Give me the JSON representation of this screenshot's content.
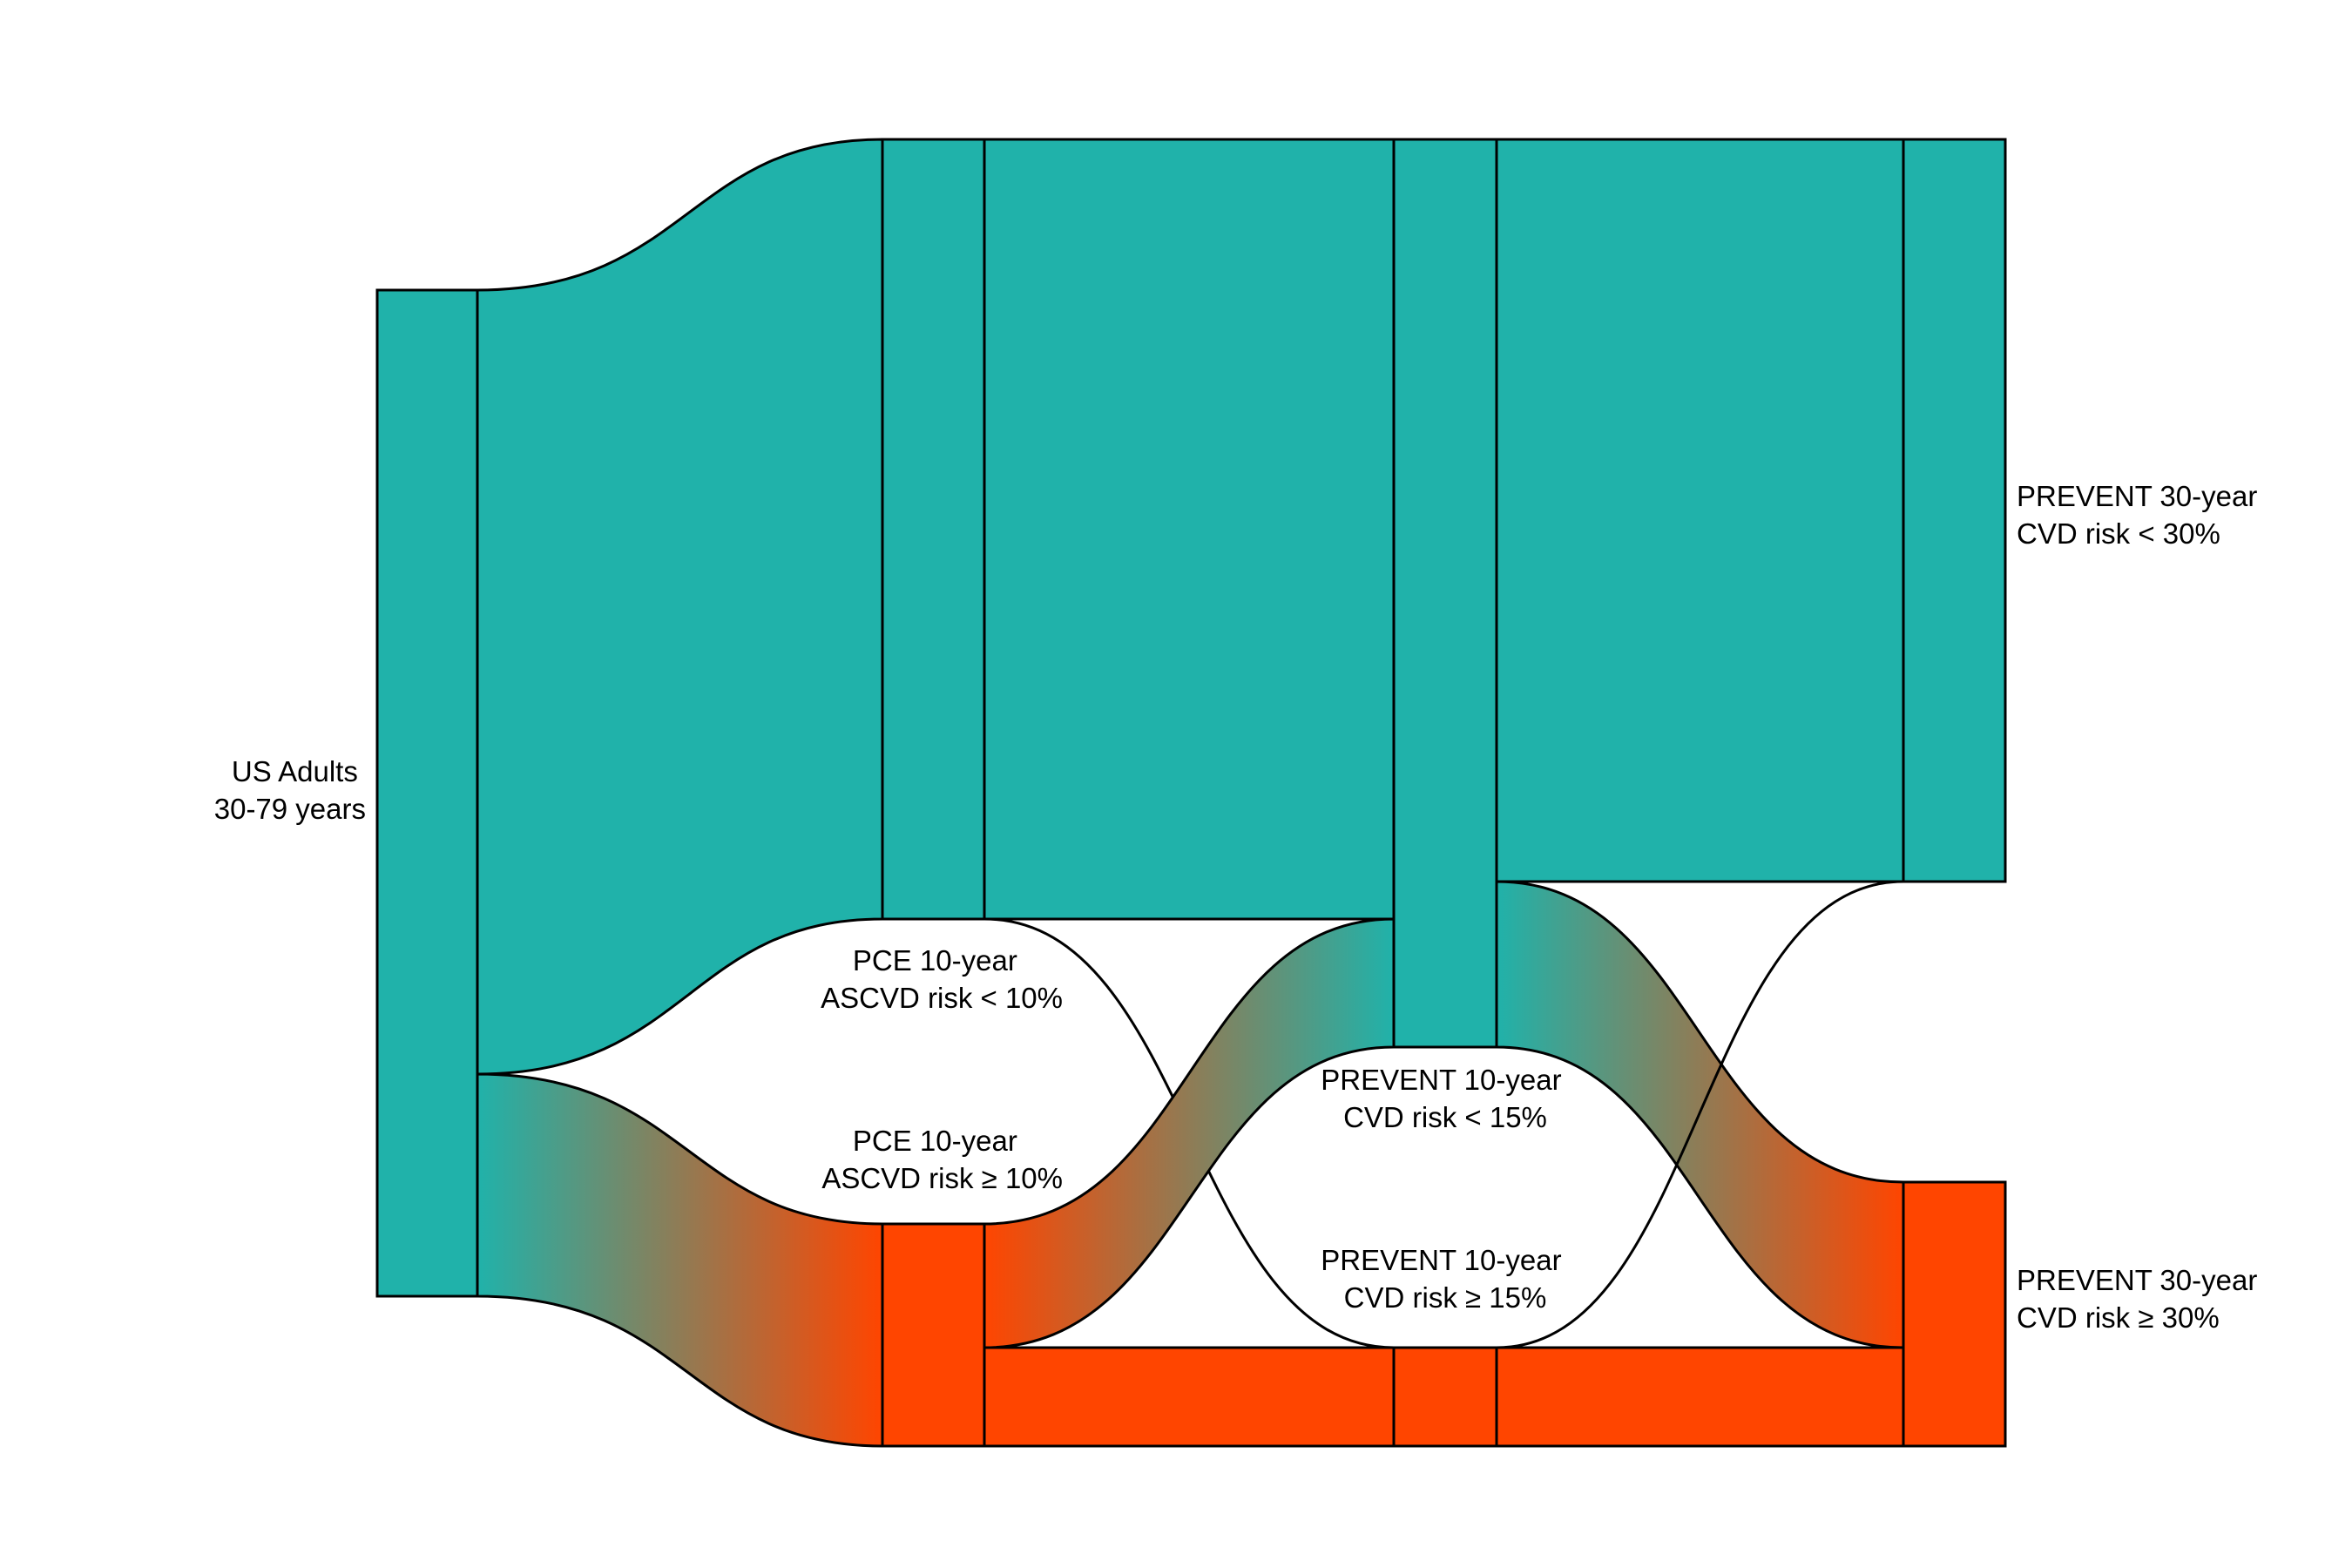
{
  "colors": {
    "teal": "#20B2AA",
    "orange": "#FF4500",
    "stroke": "#000000",
    "background": "#FFFFFF"
  },
  "nodes": {
    "us_adults": {
      "line1": "US Adults",
      "line2": "30-79 years"
    },
    "pce_low": {
      "line1": "PCE 10-year",
      "line2": "ASCVD risk < 10%"
    },
    "pce_high": {
      "line1": "PCE 10-year",
      "line2": "ASCVD risk ≥ 10%"
    },
    "prevent10_low": {
      "line1": "PREVENT 10-year",
      "line2": "CVD risk < 15%"
    },
    "prevent10_high": {
      "line1": "PREVENT 10-year",
      "line2": "CVD risk ≥ 15%"
    },
    "prevent30_low": {
      "line1": "PREVENT 30-year",
      "line2": "CVD risk < 30%"
    },
    "prevent30_high": {
      "line1": "PREVENT 30-year",
      "line2": "CVD risk ≥ 30%"
    }
  }
}
